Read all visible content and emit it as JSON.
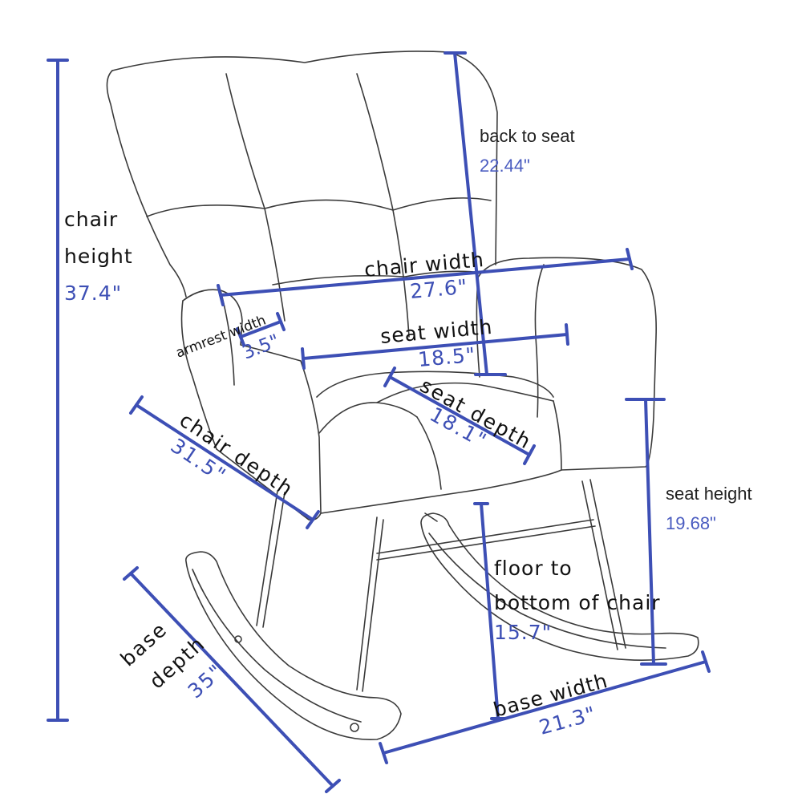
{
  "colors": {
    "dimension": "#3d4fb5",
    "outline": "#3a3a3a",
    "background": "#ffffff"
  },
  "dimensions": {
    "chair_height": {
      "label_line1": "chair",
      "label_line2": "height",
      "value": "37.4\""
    },
    "back_to_seat": {
      "label": "back to seat",
      "value": "22.44\""
    },
    "chair_width": {
      "label": "chair width",
      "value": "27.6\""
    },
    "armrest_width": {
      "label": "armrest width",
      "value": "3.5\""
    },
    "seat_width": {
      "label": "seat width",
      "value": "18.5\""
    },
    "seat_depth": {
      "label": "seat depth",
      "value": "18.1\""
    },
    "chair_depth": {
      "label": "chair depth",
      "value": "31.5\""
    },
    "seat_height": {
      "label": "seat height",
      "value": "19.68\""
    },
    "floor_to_bottom": {
      "label_line1": "floor to",
      "label_line2": "bottom of chair",
      "value": "15.7\""
    },
    "base_depth": {
      "label_line1": "base",
      "label_line2": "depth",
      "value": "35\""
    },
    "base_width": {
      "label": "base width",
      "value": "21.3\""
    }
  }
}
